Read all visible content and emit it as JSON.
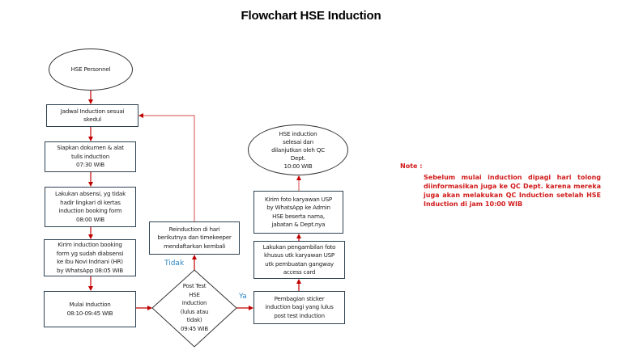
{
  "title": "Flowchart HSE Induction",
  "colors": {
    "arrow_primary": "#c00000",
    "arrow_loop": "#e06c6c",
    "box_border": "#2f4352",
    "branch_label": "#2e86c1",
    "note_text": "#d11a1a"
  },
  "nodes": {
    "start": "HSE Personnel",
    "schedule": "Jadwal Induction sesuai\nskedul",
    "prepare": "Siapkan dokumen & alat\ntulis induction\n07:30 WIB",
    "attendance": "Lakukan absensi, yg tidak\nhadir lingkari di kertas\ninduction booking form\n08:00 WIB",
    "send_form": "Kirim induction booking\nform yg sudah diabsensi\nke Ibu Novi Indriani (HR)\nby WhatsApp 08:05 WIB",
    "start_induction": "Mulai Induction\n08:10-09:45 WIB",
    "post_test": "Post Test\nHSE\nInduction\n(lulus atau\ntidak)\n09:45 WIB",
    "reinduction": "Reinduction di hari\nberikutnya dan timekeeper\nmendaftarkan kembali",
    "sticker": "Pembagian sticker\ninduction bagi yang lulus\npost test induction",
    "photo": "Lakukan pengambilan foto\nkhusus utk karyawan USP\nutk pembuatan gangway\naccess card",
    "send_photo": "Kirim foto karyawan USP\nby WhatsApp ke Admin\nHSE beserta nama,\njabatan & Dept.nya",
    "end": "HSE induction\nselesai dan\ndilanjutkan oleh QC\nDept.\n10:00 WIB"
  },
  "branches": {
    "no": "Tidak",
    "yes": "Ya"
  },
  "note": {
    "label": "Note :",
    "text": "Sebelum mulai induction dipagi hari tolong diinformasikan juga ke QC Dept. karena mereka juga akan melakukan QC Induction setelah HSE Induction di jam 10:00 WIB"
  }
}
